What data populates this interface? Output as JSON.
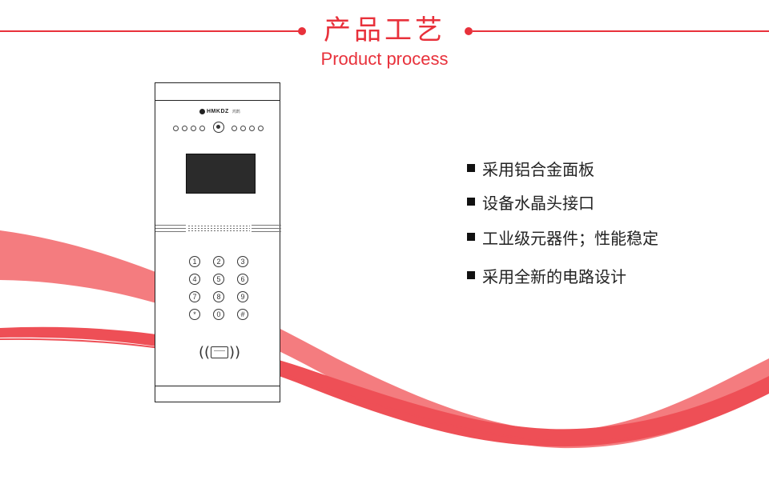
{
  "header": {
    "title_cn": "产品工艺",
    "title_en": "Product process",
    "accent_color": "#e8313b"
  },
  "device": {
    "brand": "HMKDZ",
    "brand_sub": "鸿鹄",
    "keys": [
      "1",
      "2",
      "3",
      "4",
      "5",
      "6",
      "7",
      "8",
      "9",
      "*",
      "0",
      "#"
    ]
  },
  "features": [
    "采用铝合金面板",
    "设备水晶头接口",
    "工业级元器件；性能稳定",
    "采用全新的电路设计"
  ],
  "colors": {
    "wave_light": "#f47c7f",
    "wave_dark": "#ee4f56",
    "text": "#222222"
  }
}
